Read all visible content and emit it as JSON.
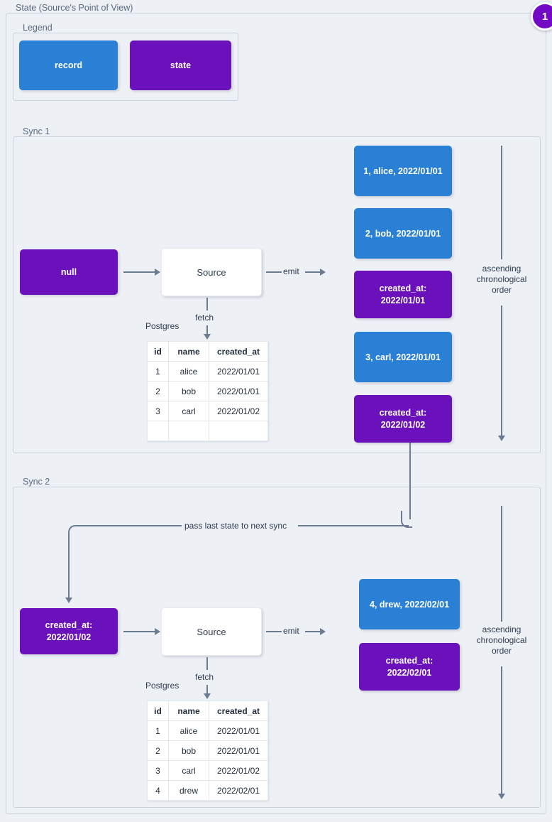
{
  "page": {
    "title": "State (Source's Point of View)",
    "badge": "1",
    "colors": {
      "record": "#2a80d4",
      "state": "#6b11bb",
      "background": "#edf0f5",
      "border": "#c9d3e0",
      "connector": "#6b7c90",
      "badge": "#7209c4"
    }
  },
  "legend": {
    "label": "Legend",
    "items": [
      {
        "label": "record",
        "kind": "record"
      },
      {
        "label": "state",
        "kind": "state"
      }
    ]
  },
  "sync1": {
    "label": "Sync 1",
    "input_state": "null",
    "source_label": "Source",
    "fetch_label": "fetch",
    "emit_label": "emit",
    "db_label": "Postgres",
    "order_note": "ascending chronological order",
    "table": {
      "columns": [
        "id",
        "name",
        "created_at"
      ],
      "rows": [
        [
          "1",
          "alice",
          "2022/01/01"
        ],
        [
          "2",
          "bob",
          "2022/01/01"
        ],
        [
          "3",
          "carl",
          "2022/01/02"
        ],
        [
          "",
          "",
          ""
        ]
      ]
    },
    "emitted": [
      {
        "kind": "record",
        "text": "1, alice, 2022/01/01"
      },
      {
        "kind": "record",
        "text": "2, bob, 2022/01/01"
      },
      {
        "kind": "state",
        "line1": "created_at:",
        "line2": "2022/01/01"
      },
      {
        "kind": "record",
        "text": "3, carl, 2022/01/01"
      },
      {
        "kind": "state",
        "line1": "created_at:",
        "line2": "2022/01/02"
      }
    ]
  },
  "sync2": {
    "label": "Sync 2",
    "pass_state_label": "pass last state to next sync",
    "input_state_line1": "created_at:",
    "input_state_line2": "2022/01/02",
    "source_label": "Source",
    "fetch_label": "fetch",
    "emit_label": "emit",
    "db_label": "Postgres",
    "order_note": "ascending chronological order",
    "table": {
      "columns": [
        "id",
        "name",
        "created_at"
      ],
      "rows": [
        [
          "1",
          "alice",
          "2022/01/01"
        ],
        [
          "2",
          "bob",
          "2022/01/01"
        ],
        [
          "3",
          "carl",
          "2022/01/02"
        ],
        [
          "4",
          "drew",
          "2022/02/01"
        ]
      ]
    },
    "emitted": [
      {
        "kind": "record",
        "text": "4, drew, 2022/02/01"
      },
      {
        "kind": "state",
        "line1": "created_at:",
        "line2": "2022/02/01"
      }
    ]
  }
}
